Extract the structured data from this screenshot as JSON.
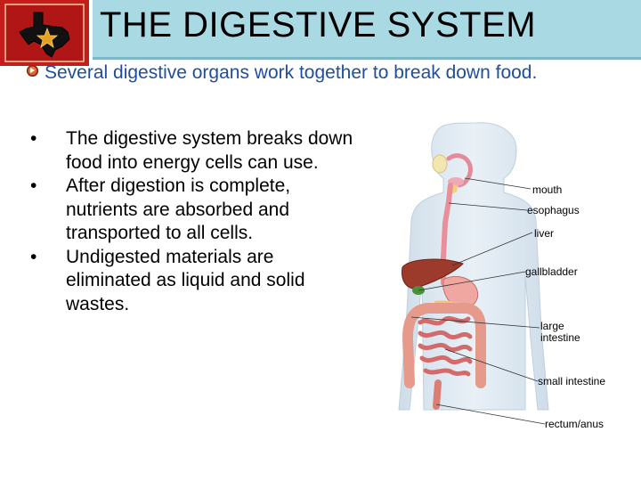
{
  "title": "THE DIGESTIVE SYSTEM",
  "subtitle": "Several digestive organs work together to break down food.",
  "bullets": [
    "The digestive system breaks down food into energy cells can use.",
    "After digestion is complete, nutrients are absorbed and transported to all cells.",
    "Undigested materials are eliminated as liquid and solid wastes."
  ],
  "bullet_glyph": "•",
  "diagram_labels": {
    "mouth": "mouth",
    "esophagus": "esophagus",
    "liver": "liver",
    "gallbladder": "gallbladder",
    "large_intestine": "large intestine",
    "small_intestine": "small intestine",
    "rectum_anus": "rectum/anus"
  },
  "colors": {
    "logo_background": "#c51c1c",
    "title_bar": "#a9d9e3",
    "subtitle_text": "#1f4e9c",
    "body_silhouette": "#dbe7f0"
  },
  "icons": [
    "texas-star-logo-icon",
    "play-bullet-icon"
  ]
}
